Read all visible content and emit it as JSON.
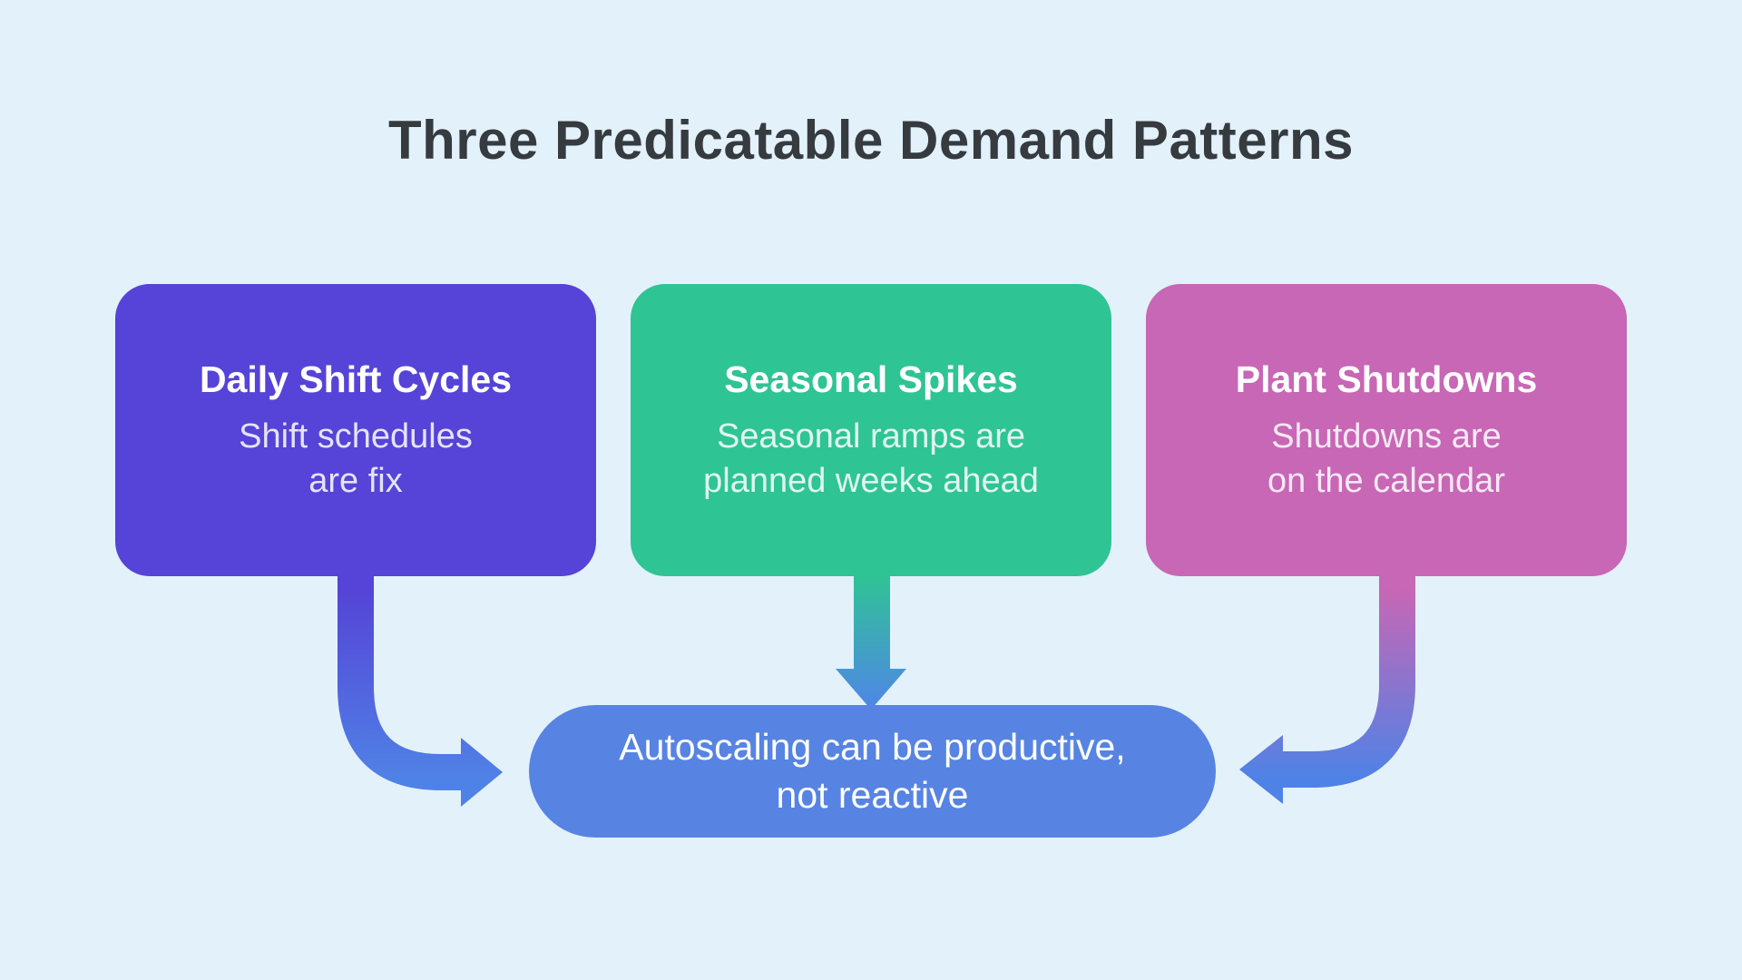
{
  "title": "Three Predicatable Demand Patterns",
  "cards": [
    {
      "id": "daily-shift-cycles",
      "title": "Daily Shift Cycles",
      "subtitle": "Shift schedules\nare fix",
      "color": "#5544D7"
    },
    {
      "id": "seasonal-spikes",
      "title": "Seasonal Spikes",
      "subtitle": "Seasonal ramps are\nplanned weeks ahead",
      "color": "#2FC493"
    },
    {
      "id": "plant-shutdowns",
      "title": "Plant Shutdowns",
      "subtitle": "Shutdowns are\non the calendar",
      "color": "#C767B5"
    }
  ],
  "arrows": [
    {
      "from": "daily-shift-cycles",
      "to": "conclusion",
      "start_color": "#5544D7",
      "end_color": "#4F82E6"
    },
    {
      "from": "seasonal-spikes",
      "to": "conclusion",
      "start_color": "#2FC493",
      "end_color": "#4F86E8"
    },
    {
      "from": "plant-shutdowns",
      "to": "conclusion",
      "start_color": "#C767B5",
      "end_color": "#4F82E6"
    }
  ],
  "conclusion": {
    "text": "Autoscaling can be productive,\nnot reactive",
    "color": "#5784E2"
  },
  "colors": {
    "background": "#E3F1FB",
    "title_text": "#363B40",
    "card_text": "#FFFFFF"
  }
}
